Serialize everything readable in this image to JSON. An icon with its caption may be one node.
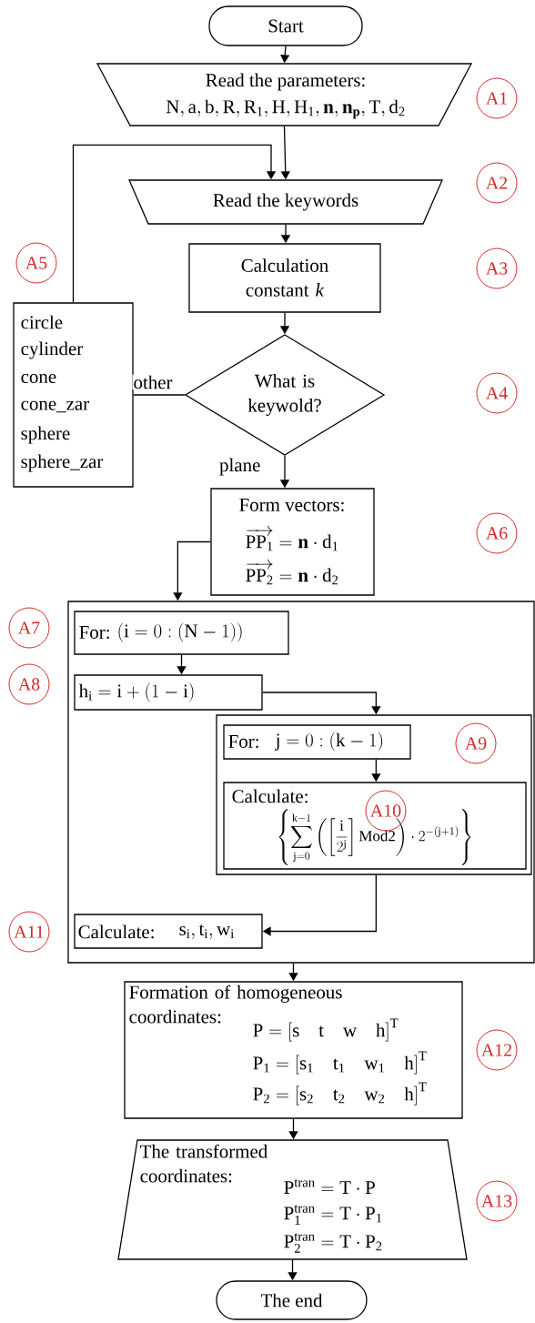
{
  "diagram": {
    "nodes": [
      {
        "text": [
          "Start"
        ]
      },
      {
        "text": [
          "Read the parameters:",
          "\\mathrm{N,a,b,R,R_1,H,H_1},\\mathbf{n},\\mathbf{n_p},\\mathrm{T,d_2}"
        ]
      },
      {
        "text": [
          "Read the keywords"
        ]
      },
      {
        "text": [
          "Calculation constant *k*"
        ]
      },
      {
        "text": [
          "What is keywold?"
        ]
      },
      {
        "text": [
          "circle",
          "cylinder",
          "cone",
          "cone_zar",
          "sphere",
          "sphere_zar"
        ]
      },
      {
        "text": [
          "Form vectors:",
          "\\overrightarrow{\\mathrm{PP_1}}=\\mathbf{n}\\cdot\\mathrm{d_1}",
          "\\overrightarrow{\\mathrm{PP_2}}=\\mathbf{n}\\cdot\\mathrm{d_2}"
        ]
      },
      {
        "text": [],
        "shape": "box"
      },
      {
        "text": [
          "For:",
          "\\left(\\mathrm{i}=0:\\left(\\mathrm{N}-1\\right)\\right)"
        ],
        "in": 7
      },
      {
        "text": [
          "\\mathrm{h_i}=\\mathrm{i}+(1-\\mathrm{i})"
        ],
        "in": 7
      },
      {
        "text": [],
        "shape": "box",
        "in": 7
      },
      {
        "text": [
          "For:",
          "\\mathrm{j}=0:\\left(\\mathrm{k}-1\\right)"
        ],
        "in": 10
      },
      {
        "text": [
          "Calculate:",
          "\\left\\{\\sum_{\\mathrm{j}=0}^{\\mathrm{k}-1}\\left(\\left[\\frac{\\mathrm{i}}{2^{\\mathrm{j}}}\\right]\\mathrm{Mod2}\\right)\\cdot 2^{-(\\mathrm{j}+1)}\\right\\}"
        ],
        "in": 10
      },
      {
        "text": [
          "Calculate:",
          "\\mathrm{s_i},\\mathrm{t_i},\\mathrm{w_i}"
        ],
        "in": 7
      },
      {
        "text": [
          "Formation of homogeneous coordinates:",
          "\\mathrm{P}=\\left[\\mathrm{s}\\quad\\mathrm{t}\\quad\\mathrm{w}\\quad\\mathrm{h}\\right]^{\\mathrm{T}}",
          "\\mathrm{P_1}=\\left[\\mathrm{s_1}\\quad\\mathrm{t_1}\\quad\\mathrm{w_1}\\quad\\mathrm{h}\\right]^{\\mathrm{T}}",
          "\\mathrm{P_2}=\\left[\\mathrm{s_2}\\quad\\mathrm{t_2}\\quad\\mathrm{w_2}\\quad\\mathrm{h}\\right]^{\\mathrm{T}}"
        ]
      },
      {
        "text": [
          "The transformed coordinates:",
          "\\mathrm{P^{tran}}=\\mathrm{T}\\cdot\\mathrm{P}",
          "\\mathrm{P_1^{tran}}=\\mathrm{T}\\cdot\\mathrm{P_1}",
          "\\mathrm{P_2^{tran}}=\\mathrm{T}\\cdot\\mathrm{P_2}"
        ]
      },
      {
        "text": [
          "The end"
        ]
      }
    ],
    "edges": [
      {
        "from": 0,
        "to": 1,
        "arrow": "to"
      },
      {
        "from": 1,
        "to": 2,
        "arrow": "to"
      },
      {
        "from": 5,
        "to": 2,
        "arrow": "to"
      },
      {
        "from": 2,
        "to": 3,
        "arrow": "to"
      },
      {
        "from": 3,
        "to": 4,
        "arrow": "to"
      },
      {
        "from": 4,
        "to": 5,
        "arrow": "none",
        "label": "other"
      },
      {
        "from": 4,
        "to": 6,
        "arrow": "to",
        "label": "plane"
      },
      {
        "from": 6,
        "to": 7,
        "arrow": "to"
      },
      {
        "from": 8,
        "to": 9,
        "arrow": "to"
      },
      {
        "from": 9,
        "to": 10,
        "arrow": "to"
      },
      {
        "from": 11,
        "to": 12,
        "arrow": "to"
      },
      {
        "from": 10,
        "to": 13,
        "arrow": "to"
      },
      {
        "from": 7,
        "to": 14,
        "arrow": "to"
      },
      {
        "from": 14,
        "to": 15,
        "arrow": "to"
      },
      {
        "from": 15,
        "to": 16,
        "arrow": "to"
      }
    ],
    "labels": [
      "A1",
      "A2",
      "A3",
      "A4",
      "A5",
      "A6",
      "A7",
      "A8",
      "A9",
      "A10",
      "A11",
      "A12",
      "A13"
    ]
  }
}
